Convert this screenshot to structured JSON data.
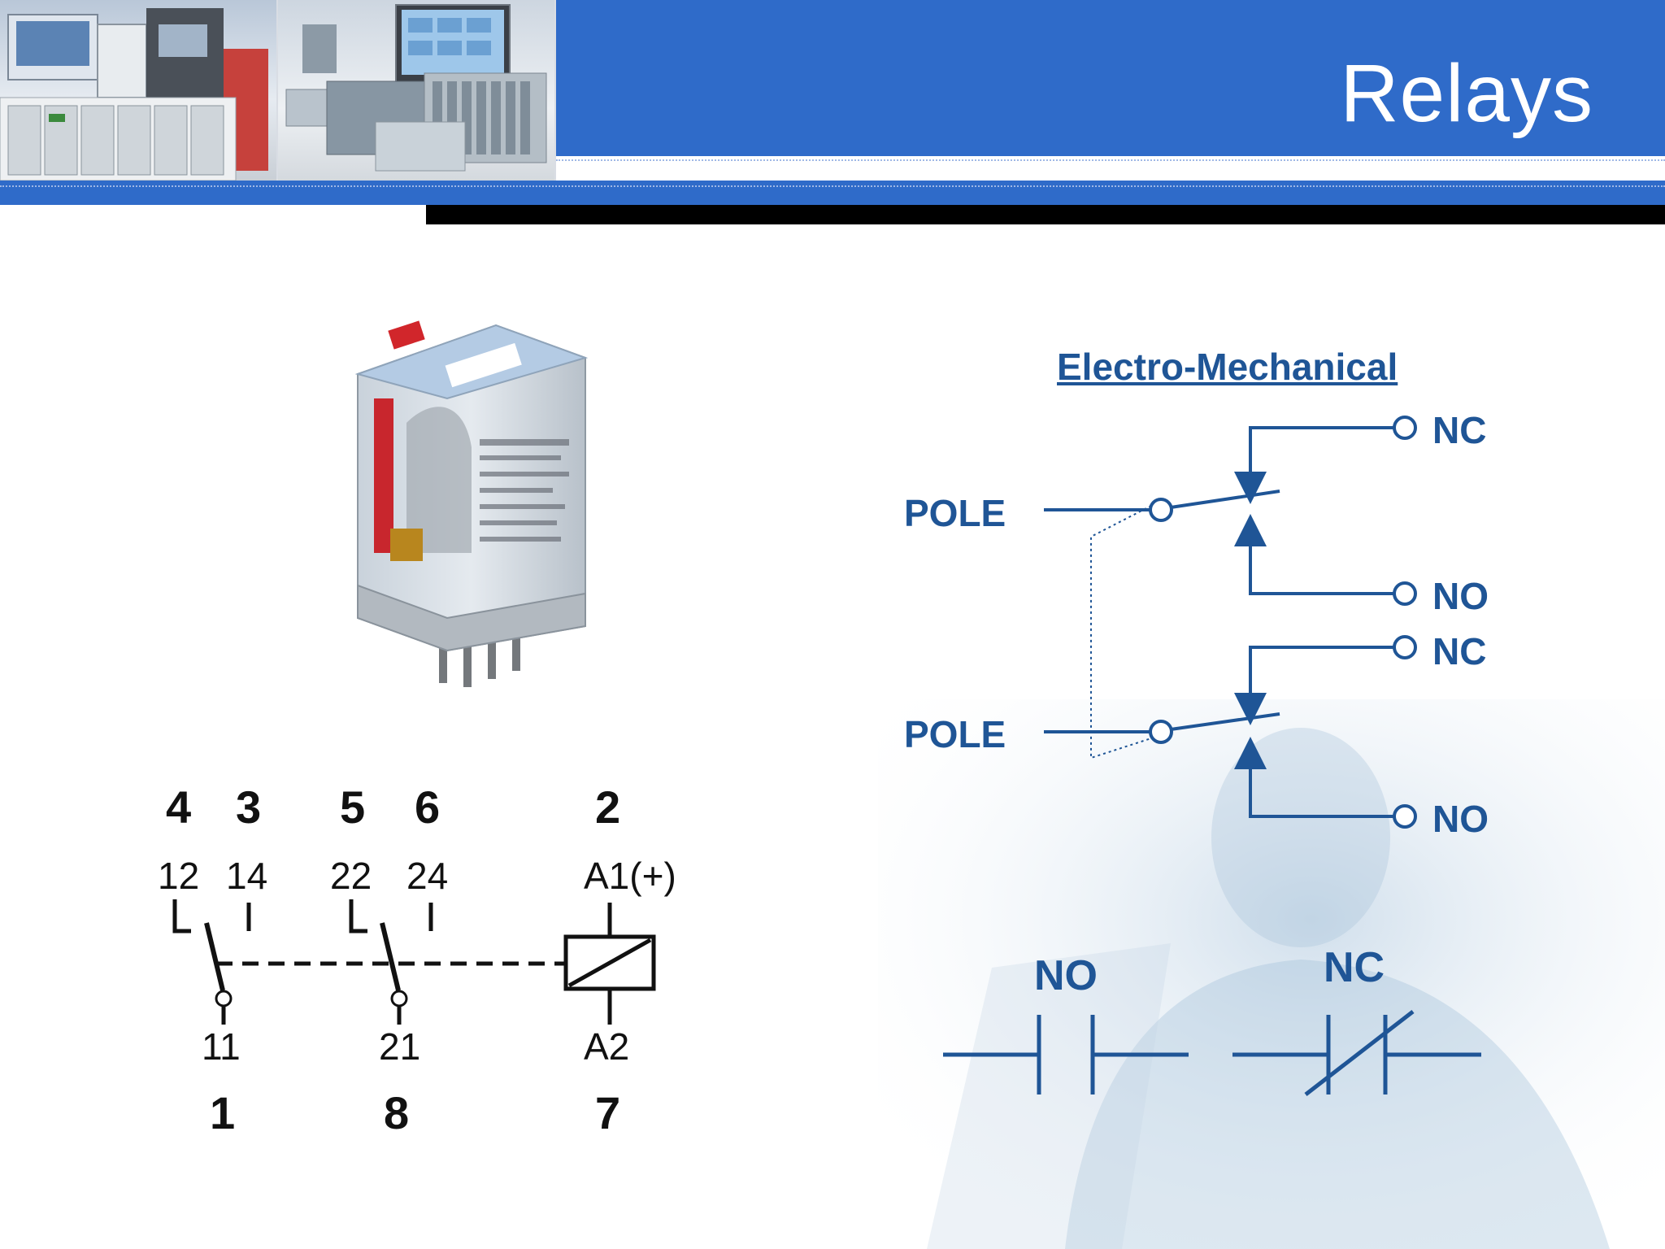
{
  "slide": {
    "title": "Relays"
  },
  "colors": {
    "header_blue": "#2f6bc9",
    "diagram_blue": "#1f5596",
    "black": "#000000"
  },
  "pinout": {
    "top_pins": [
      "4",
      "3",
      "5",
      "6",
      "2"
    ],
    "top_terminals": [
      "12",
      "14",
      "22",
      "24",
      "A1(+)"
    ],
    "bottom_terminals": [
      "11",
      "21",
      "A2"
    ],
    "bottom_pins": [
      "1",
      "8",
      "7"
    ]
  },
  "electro_mechanical": {
    "heading": "Electro-Mechanical",
    "pole_labels": [
      "POLE",
      "POLE"
    ],
    "contact_labels": [
      "NC",
      "NO",
      "NC",
      "NO"
    ]
  },
  "ladder_symbols": {
    "no_label": "NO",
    "nc_label": "NC"
  },
  "icons": {
    "header_images": [
      "plc-equipment-photo",
      "plc-modules-photo"
    ],
    "relay_photo": "relay-photo"
  }
}
